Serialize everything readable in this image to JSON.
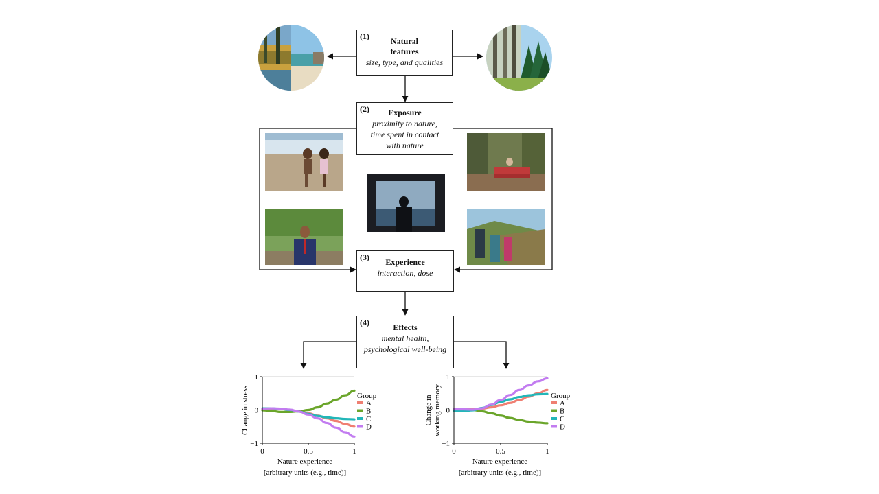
{
  "boxes": {
    "natural": {
      "num": "(1)",
      "title_l1": "Natural",
      "title_l2": "features",
      "sub": "size, type, and qualities"
    },
    "exposure": {
      "num": "(2)",
      "title": "Exposure",
      "sub_l1": "proximity to nature,",
      "sub_l2": "time spent in contact",
      "sub_l3": "with nature"
    },
    "experience": {
      "num": "(3)",
      "title": "Experience",
      "sub": "interaction, dose"
    },
    "effects": {
      "num": "(4)",
      "title": "Effects",
      "sub_l1": "mental health,",
      "sub_l2": "psychological well-being"
    }
  },
  "chart_data": [
    {
      "type": "line",
      "ylabel": "Change in  stress",
      "xlabel_l1": "Nature experience",
      "xlabel_l2": "[arbitrary units (e.g., time)]",
      "xlim": [
        0,
        1
      ],
      "ylim": [
        -1,
        1
      ],
      "x_ticks": [
        "0",
        "0.5",
        "1"
      ],
      "y_ticks": [
        "1",
        "0",
        "−1"
      ],
      "legend_title": "Group",
      "x": [
        0,
        0.1,
        0.2,
        0.3,
        0.4,
        0.5,
        0.6,
        0.7,
        0.8,
        0.9,
        1.0
      ],
      "series": [
        {
          "name": "A",
          "color": "#ef7f72",
          "values": [
            0.02,
            0.04,
            0.03,
            0.0,
            -0.05,
            -0.1,
            -0.17,
            -0.25,
            -0.33,
            -0.42,
            -0.5
          ]
        },
        {
          "name": "B",
          "color": "#6aa52a",
          "values": [
            -0.01,
            -0.03,
            -0.06,
            -0.06,
            -0.04,
            0.0,
            0.08,
            0.19,
            0.31,
            0.44,
            0.58
          ]
        },
        {
          "name": "C",
          "color": "#22b6b8",
          "values": [
            0.05,
            0.05,
            0.03,
            0.0,
            -0.05,
            -0.12,
            -0.18,
            -0.22,
            -0.25,
            -0.27,
            -0.28
          ]
        },
        {
          "name": "D",
          "color": "#c27cf0",
          "values": [
            0.04,
            0.05,
            0.04,
            0.01,
            -0.05,
            -0.14,
            -0.25,
            -0.39,
            -0.53,
            -0.67,
            -0.8
          ]
        }
      ]
    },
    {
      "type": "line",
      "ylabel_l1": "Change in",
      "ylabel_l2": "working memory",
      "xlabel_l1": "Nature experience",
      "xlabel_l2": "[arbitrary units (e.g., time)]",
      "xlim": [
        0,
        1
      ],
      "ylim": [
        -1,
        1
      ],
      "x_ticks": [
        "0",
        "0.5",
        "1"
      ],
      "y_ticks": [
        "1",
        "0",
        "−1"
      ],
      "legend_title": "Group",
      "x": [
        0,
        0.1,
        0.2,
        0.3,
        0.4,
        0.5,
        0.6,
        0.7,
        0.8,
        0.9,
        1.0
      ],
      "series": [
        {
          "name": "A",
          "color": "#ef7f72",
          "values": [
            0.02,
            0.04,
            0.03,
            0.04,
            0.08,
            0.14,
            0.21,
            0.3,
            0.4,
            0.5,
            0.6
          ]
        },
        {
          "name": "B",
          "color": "#6aa52a",
          "values": [
            0.0,
            0.01,
            0.0,
            -0.04,
            -0.1,
            -0.17,
            -0.24,
            -0.3,
            -0.35,
            -0.38,
            -0.4
          ]
        },
        {
          "name": "C",
          "color": "#22b6b8",
          "values": [
            -0.03,
            -0.04,
            -0.01,
            0.06,
            0.15,
            0.24,
            0.32,
            0.39,
            0.44,
            0.47,
            0.48
          ]
        },
        {
          "name": "D",
          "color": "#c27cf0",
          "values": [
            0.02,
            0.02,
            0.01,
            0.05,
            0.16,
            0.3,
            0.45,
            0.6,
            0.74,
            0.86,
            0.95
          ]
        }
      ]
    }
  ]
}
